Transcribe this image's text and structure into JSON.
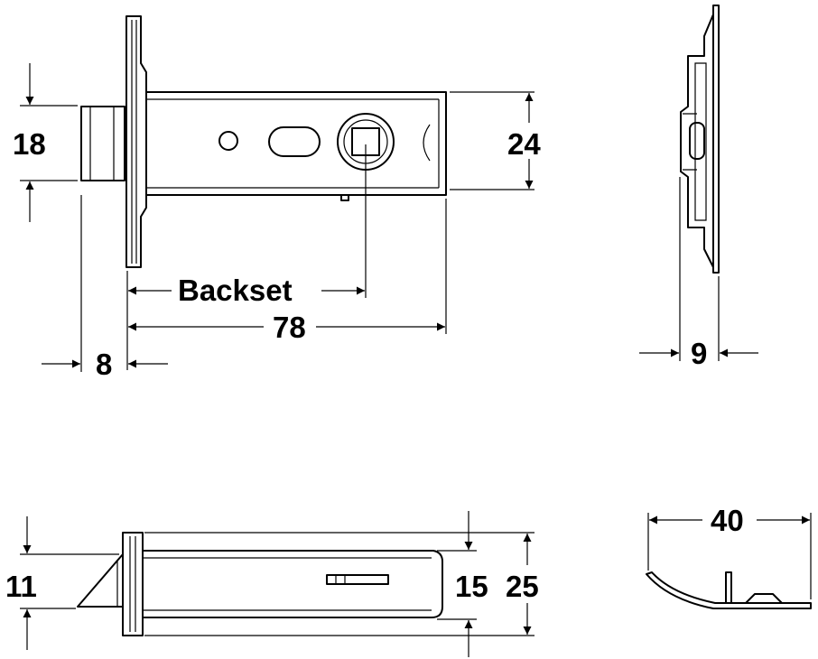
{
  "dimensions": {
    "faceplate_height": "18",
    "case_height": "24",
    "backset": "Backset",
    "case_length": "78",
    "faceplate_thickness": "8",
    "strike_depth": "9",
    "bolt_height": "11",
    "tubular_height": "15",
    "tubular_overall": "25",
    "strike_width": "40"
  }
}
